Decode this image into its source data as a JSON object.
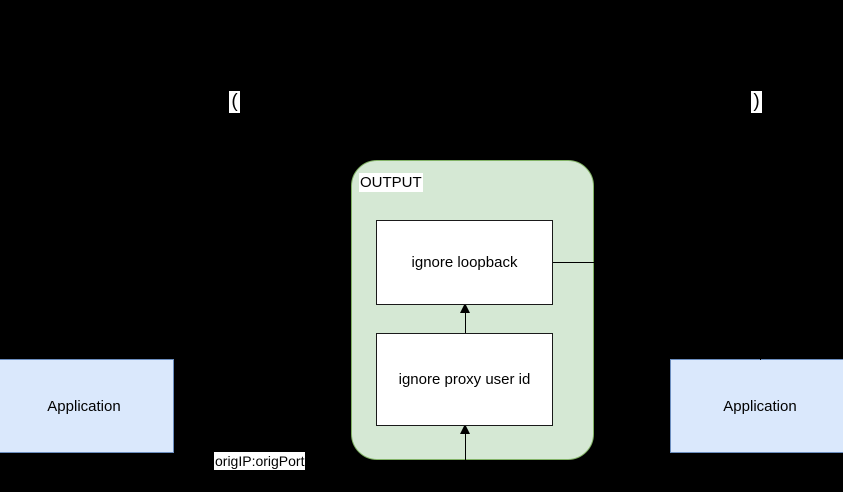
{
  "diagram": {
    "background_color": "#000000",
    "group": {
      "label": "OUTPUT",
      "fill_color": "#d5e8d4",
      "stroke_color": "#82b366"
    },
    "process_nodes": [
      {
        "id": "ignore-loopback",
        "label": "ignore loopback"
      },
      {
        "id": "ignore-proxy-user-id",
        "label": "ignore proxy user id"
      }
    ],
    "application_nodes": [
      {
        "id": "application-left",
        "label": "Application"
      },
      {
        "id": "application-right",
        "label": "Application"
      }
    ],
    "edge_labels": [
      {
        "id": "orig-endpoint",
        "label": "origIP:origPort"
      }
    ],
    "clipped_glyphs": [
      {
        "id": "paren-open",
        "label": "("
      },
      {
        "id": "paren-close",
        "label": ")"
      }
    ],
    "colors": {
      "process_fill": "#ffffff",
      "process_stroke": "#1a1a1a",
      "application_fill": "#dae8fc",
      "application_stroke": "#6c8ebf",
      "group_fill": "#d5e8d4",
      "group_stroke": "#82b366",
      "connector": "#000000",
      "label_background": "#ffffff"
    }
  }
}
